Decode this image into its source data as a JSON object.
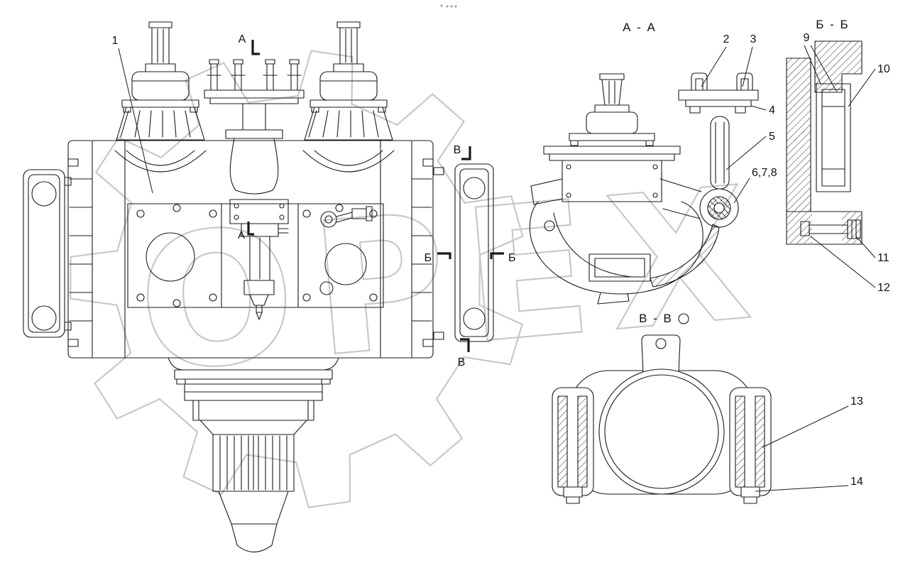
{
  "watermark": {
    "text": "ОРЕХ",
    "color": "#c8c8c8"
  },
  "colors": {
    "background": "#ffffff",
    "line": "#1a1a1a",
    "label": "#111111"
  },
  "section_titles": {
    "aa": "А - А",
    "bb": "Б - Б",
    "vv": "В - В"
  },
  "cut_markers": {
    "a_top": "А",
    "a_inner": "А",
    "b_left": "Б",
    "b_right": "Б",
    "v_top": "В",
    "v_bottom": "В"
  },
  "callouts": {
    "c1": "1",
    "c2": "2",
    "c3": "3",
    "c4": "4",
    "c5": "5",
    "c678": "6,7,8",
    "c9": "9",
    "c10": "10",
    "c11": "11",
    "c12": "12",
    "c13": "13",
    "c14": "14"
  }
}
